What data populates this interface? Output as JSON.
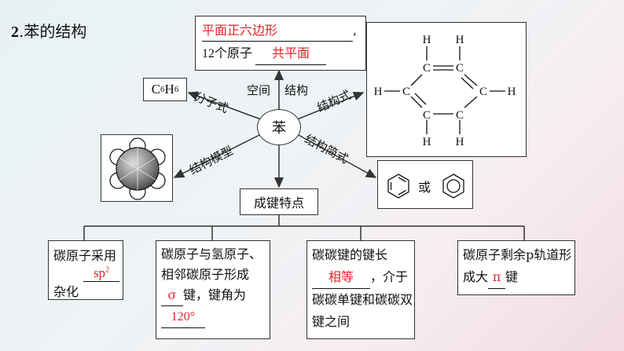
{
  "title": {
    "number": "2",
    "text": ".苯的结构"
  },
  "center": "苯",
  "formula_box": {
    "main": "C",
    "sub1": "6",
    "mid": "H",
    "sub2": "6"
  },
  "shape_box": {
    "line1": "平面正六边形",
    "comma": ",",
    "line2_prefix": "12个原子",
    "line2_answer": "共平面"
  },
  "branch_labels": {
    "molecular_formula": "分子式",
    "space": "空间",
    "structure": "结构",
    "structural_formula": "结构式",
    "model": "结构模型",
    "simplified": "结构简式",
    "bond_features": "成键特点"
  },
  "structural_atoms": {
    "H": "H",
    "C": "C"
  },
  "simplified_or": "或",
  "feature_boxes": [
    {
      "before": "碳原子采用",
      "answer": "sp",
      "answer_sup": "2",
      "after": "杂化"
    },
    {
      "text1": "碳原子与氢原子、相邻碳原子形成",
      "answer1": "σ",
      "text2": "键，键角为",
      "answer2": "120°"
    },
    {
      "text1": "碳碳键的键长",
      "answer": "相等",
      "text2": "，介于碳碳单键和碳碳双键之间"
    },
    {
      "text1": "碳原子剩余p轨道形成大",
      "answer": "π",
      "text2": "键"
    }
  ],
  "colors": {
    "answer": "#e0232a",
    "line": "#333333"
  }
}
